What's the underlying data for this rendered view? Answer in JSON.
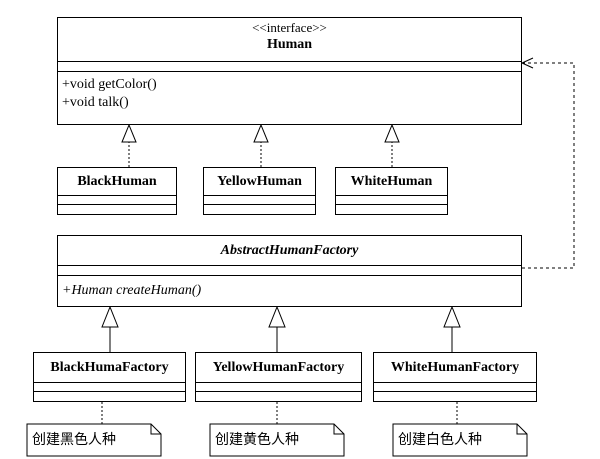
{
  "human": {
    "stereotype": "<<interface>>",
    "name": "Human",
    "operations": [
      "+void getColor()",
      "+void talk()"
    ]
  },
  "products": [
    "BlackHuman",
    "YellowHuman",
    "WhiteHuman"
  ],
  "factory": {
    "name": "AbstractHumanFactory",
    "operation": "+Human createHuman()"
  },
  "concrete_factories": [
    "BlackHumaFactory",
    "YellowHumanFactory",
    "WhiteHumanFactory"
  ],
  "notes": [
    "创建黑色人种",
    "创建黄色人种",
    "创建白色人种"
  ]
}
